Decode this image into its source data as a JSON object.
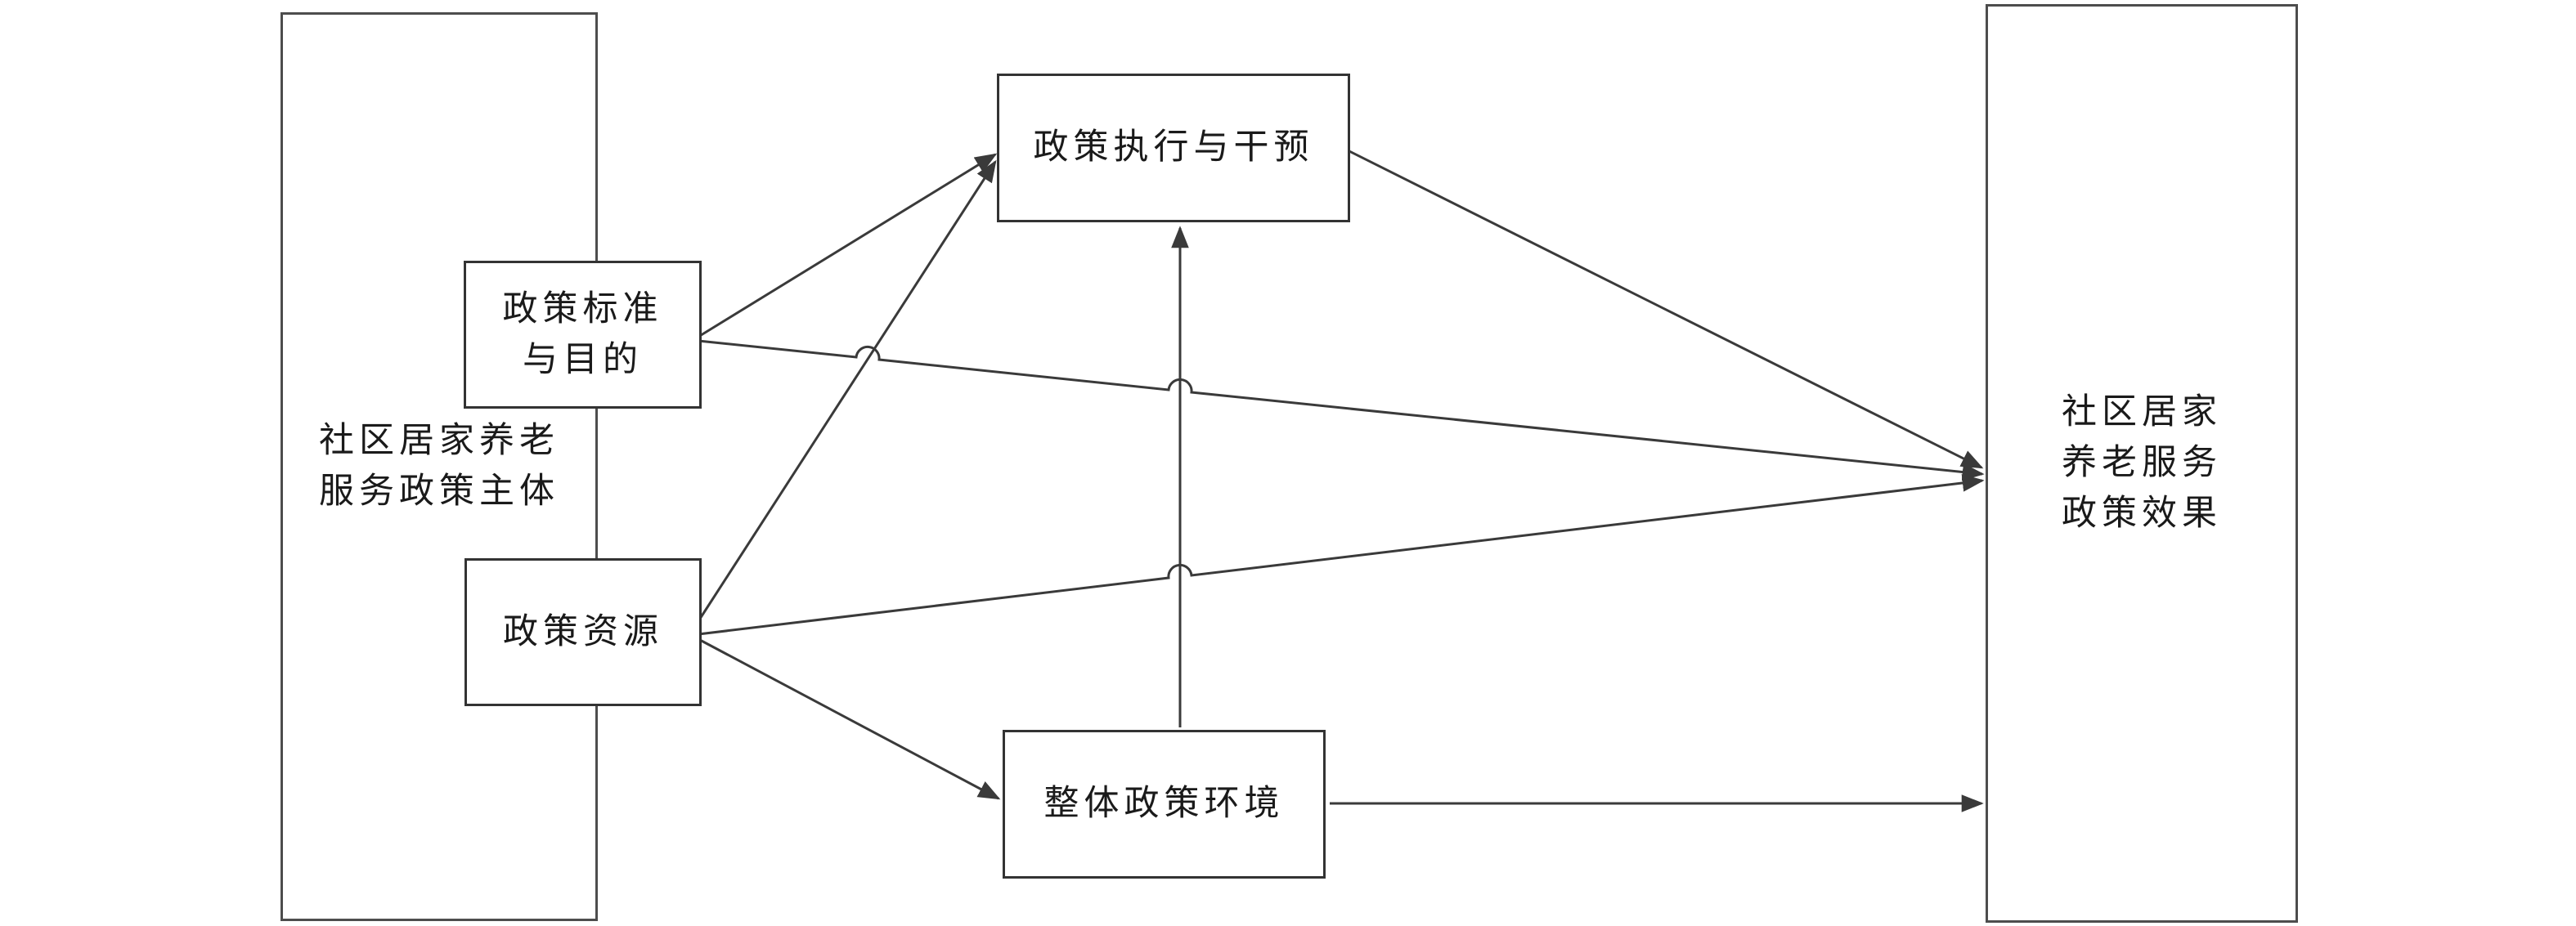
{
  "diagram": {
    "title_implicit": "",
    "background_color": "#ffffff",
    "line_color": "#3a3a3a",
    "border_color": "#333333",
    "text_color": "#1a1a1a",
    "nodes": {
      "subject": {
        "id": "policy-subject",
        "lines": [
          "社区居家养老",
          "服务政策主体"
        ]
      },
      "standards": {
        "id": "policy-standards",
        "lines": [
          "政策标准",
          "与目的"
        ]
      },
      "resources": {
        "id": "policy-resources",
        "lines": [
          "政策资源"
        ]
      },
      "implementation": {
        "id": "policy-implementation",
        "lines": [
          "政策执行与干预"
        ]
      },
      "environment": {
        "id": "policy-environment",
        "lines": [
          "整体政策环境"
        ]
      },
      "effect": {
        "id": "policy-effect",
        "lines": [
          "社区居家",
          "养老服务",
          "政策效果"
        ]
      }
    },
    "edges": [
      {
        "from": "policy-standards",
        "to": "policy-implementation",
        "arrow": true
      },
      {
        "from": "policy-resources",
        "to": "policy-implementation",
        "arrow": true
      },
      {
        "from": "policy-standards",
        "to": "policy-effect",
        "arrow": true,
        "hops": 2
      },
      {
        "from": "policy-resources",
        "to": "policy-effect",
        "arrow": true,
        "hops": 1
      },
      {
        "from": "policy-resources",
        "to": "policy-environment",
        "arrow": true
      },
      {
        "from": "policy-environment",
        "to": "policy-implementation",
        "arrow": true
      },
      {
        "from": "policy-environment",
        "to": "policy-effect",
        "arrow": true
      },
      {
        "from": "policy-implementation",
        "to": "policy-effect",
        "arrow": true
      }
    ]
  }
}
